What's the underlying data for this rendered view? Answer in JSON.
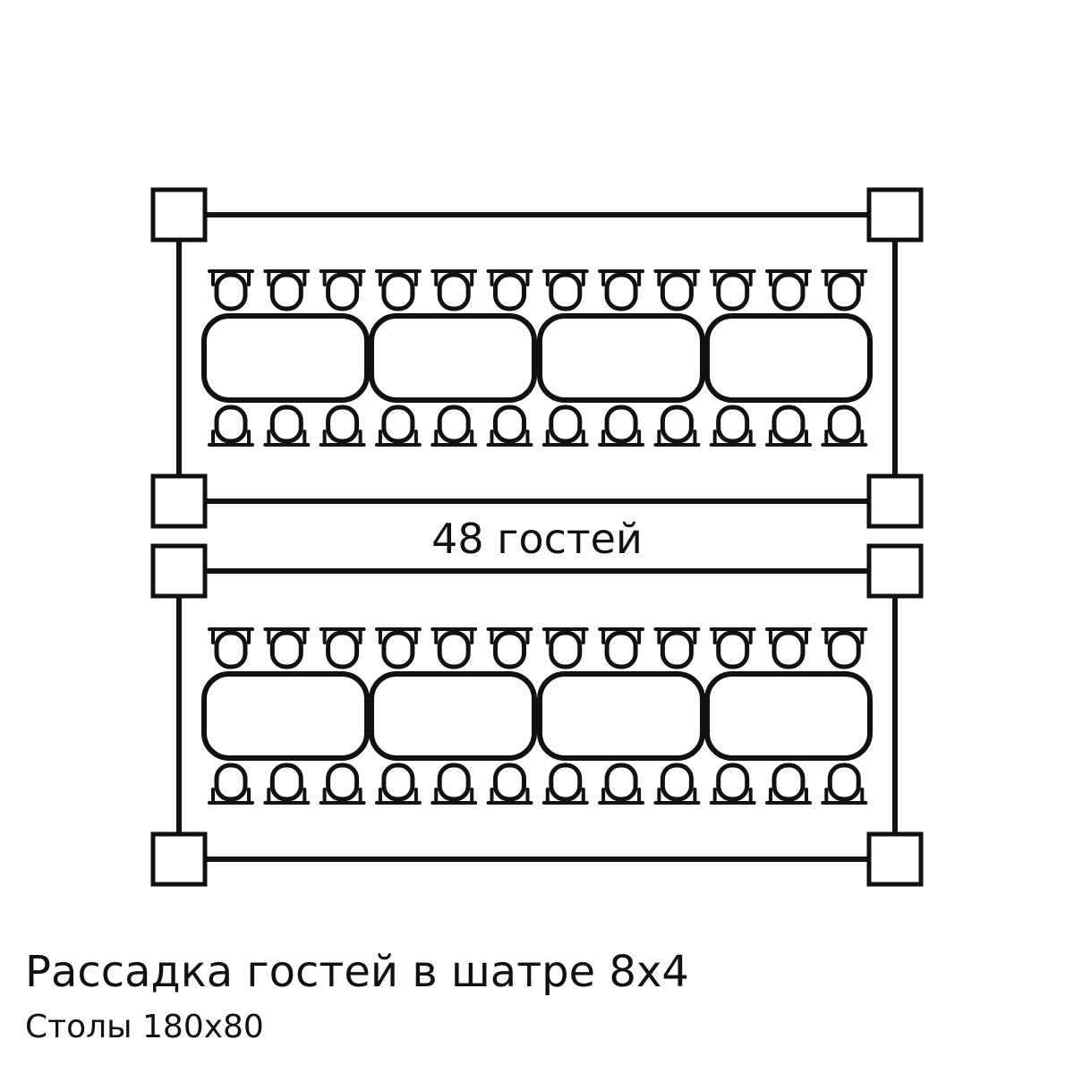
{
  "diagram": {
    "center_label": "48 гостей",
    "title": "Рассадка гостей в шатре 8x4",
    "subtitle": "Столы 180x80"
  },
  "colors": {
    "stroke": "#111111",
    "background": "#ffffff"
  }
}
